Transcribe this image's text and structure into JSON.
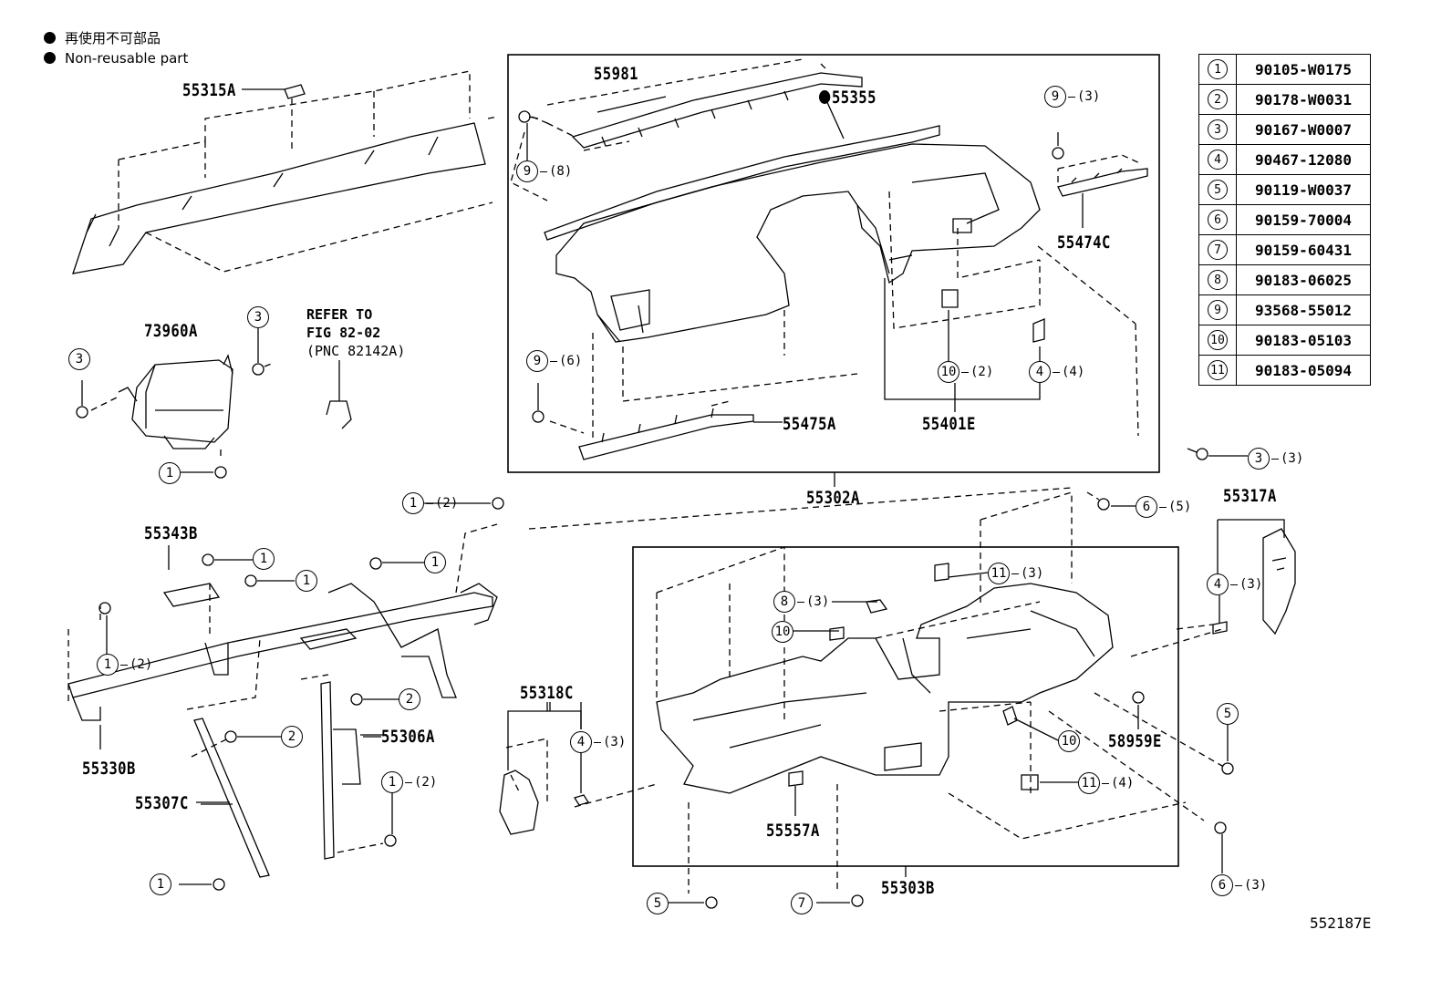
{
  "legend": {
    "jp": "再使用不可部品",
    "en": "Non-reusable part"
  },
  "labels": {
    "p55315A": "55315A",
    "p55981": "55981",
    "p55355": "55355",
    "p55474C": "55474C",
    "p73960A": "73960A",
    "p55475A": "55475A",
    "p55401E": "55401E",
    "p55302A": "55302A",
    "p55317A": "55317A",
    "p55343B": "55343B",
    "p55330B": "55330B",
    "p55306A": "55306A",
    "p55307C": "55307C",
    "p55318C": "55318C",
    "p55557A": "55557A",
    "p58959E": "58959E",
    "p55303B": "55303B",
    "diagram_id": "552187E"
  },
  "refer": {
    "line1": "REFER TO",
    "line2": "FIG 82-02",
    "line3": "(PNC 82142A)"
  },
  "callouts": {
    "c_9_8": {
      "num": "9",
      "qty": "(8)"
    },
    "c_9_3": {
      "num": "9",
      "qty": "(3)"
    },
    "c_9_6": {
      "num": "9",
      "qty": "(6)"
    },
    "c_10_2": {
      "num": "10",
      "qty": "(2)"
    },
    "c_4_4": {
      "num": "4",
      "qty": "(4)"
    },
    "c_3_3": {
      "num": "3",
      "qty": "(3)"
    },
    "c_3a": {
      "num": "3",
      "qty": ""
    },
    "c_3b": {
      "num": "3",
      "qty": ""
    },
    "c_1a": {
      "num": "1",
      "qty": ""
    },
    "c_1_2a": {
      "num": "1",
      "qty": "(2)"
    },
    "c_1b": {
      "num": "1",
      "qty": ""
    },
    "c_1c": {
      "num": "1",
      "qty": ""
    },
    "c_1d": {
      "num": "1",
      "qty": ""
    },
    "c_1_2b": {
      "num": "1",
      "qty": "(2)"
    },
    "c_2a": {
      "num": "2",
      "qty": ""
    },
    "c_2b": {
      "num": "2",
      "qty": ""
    },
    "c_1_2c": {
      "num": "1",
      "qty": "(2)"
    },
    "c_1e": {
      "num": "1",
      "qty": ""
    },
    "c_4_3a": {
      "num": "4",
      "qty": "(3)"
    },
    "c_6_5": {
      "num": "6",
      "qty": "(5)"
    },
    "c_4_3b": {
      "num": "4",
      "qty": "(3)"
    },
    "c_11_3": {
      "num": "11",
      "qty": "(3)"
    },
    "c_8_3": {
      "num": "8",
      "qty": "(3)"
    },
    "c_10a": {
      "num": "10",
      "qty": ""
    },
    "c_10b": {
      "num": "10",
      "qty": ""
    },
    "c_11_4": {
      "num": "11",
      "qty": "(4)"
    },
    "c_5a": {
      "num": "5",
      "qty": ""
    },
    "c_5b": {
      "num": "5",
      "qty": ""
    },
    "c_7": {
      "num": "7",
      "qty": ""
    },
    "c_6_3": {
      "num": "6",
      "qty": "(3)"
    }
  },
  "parts_table": [
    {
      "num": "1",
      "part": "90105-W0175"
    },
    {
      "num": "2",
      "part": "90178-W0031"
    },
    {
      "num": "3",
      "part": "90167-W0007"
    },
    {
      "num": "4",
      "part": "90467-12080"
    },
    {
      "num": "5",
      "part": "90119-W0037"
    },
    {
      "num": "6",
      "part": "90159-70004"
    },
    {
      "num": "7",
      "part": "90159-60431"
    },
    {
      "num": "8",
      "part": "90183-06025"
    },
    {
      "num": "9",
      "part": "93568-55012"
    },
    {
      "num": "10",
      "part": "90183-05103"
    },
    {
      "num": "11",
      "part": "90183-05094"
    }
  ]
}
